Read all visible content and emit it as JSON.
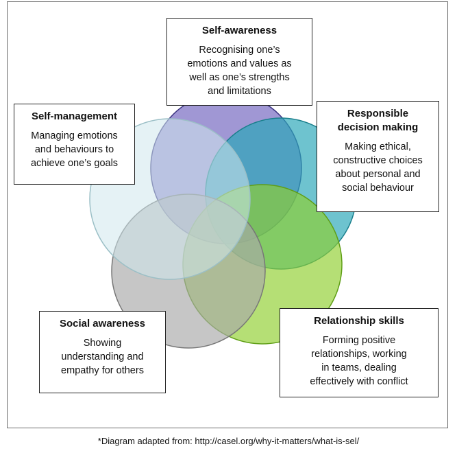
{
  "diagram": {
    "boxes": {
      "self_awareness": {
        "title": "Self-awareness",
        "lines": [
          "Recognising one’s",
          "emotions and values as",
          "well as one’s strengths",
          "and limitations"
        ]
      },
      "self_management": {
        "title": "Self-management",
        "lines": [
          "Managing emotions",
          "and behaviours to",
          "achieve one’s goals"
        ]
      },
      "responsible_decision_making": {
        "title_lines": [
          "Responsible",
          "decision making"
        ],
        "lines": [
          "Making ethical,",
          "constructive choices",
          "about personal and",
          "social behaviour"
        ]
      },
      "social_awareness": {
        "title": "Social awareness",
        "lines": [
          "Showing",
          "understanding and",
          "empathy for others"
        ]
      },
      "relationship_skills": {
        "title": "Relationship skills",
        "lines": [
          "Forming positive",
          "relationships, working",
          "in teams, dealing",
          "effectively with conflict"
        ]
      }
    },
    "circles": [
      {
        "name": "self-awareness",
        "color": "#7b6fc4"
      },
      {
        "name": "responsible-decision-making",
        "color": "#2aa6b8"
      },
      {
        "name": "relationship-skills",
        "color": "#8fcf2e"
      },
      {
        "name": "social-awareness",
        "color": "#a9a9a9"
      },
      {
        "name": "self-management",
        "color": "#cfe8ec"
      }
    ]
  },
  "caption": "*Diagram adapted from: http://casel.org/why-it-matters/what-is-sel/"
}
